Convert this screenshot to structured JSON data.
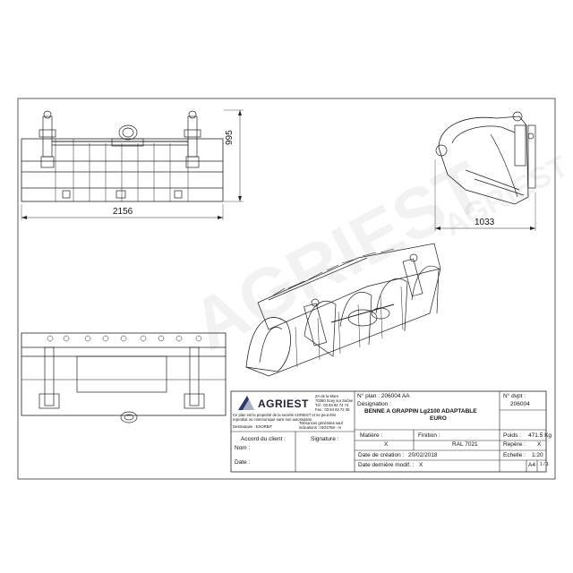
{
  "dimensions": {
    "front_width": "2156",
    "side_height": "995",
    "side_depth": "1033"
  },
  "watermark": "AGRIEST",
  "company": {
    "name": "AGRIEST",
    "address_lines": [
      "ZA de la Mare",
      "70360 Scey sur Saône",
      "Tél : 03 84 92 74 74",
      "Fax : 03 84 92 72 38"
    ],
    "property_notice": [
      "Ce plan est la propriété de la société AGRIEST et ne peut être",
      "reproduit ou communiqué sans son autorisation."
    ],
    "recipient_label": "Destinataire : ",
    "recipient_value": "EXORBIT",
    "tolerances": [
      "Tolérances générales sauf",
      "indications : ISO2768 - m"
    ]
  },
  "client": {
    "agreement_label": "Accord du client :",
    "signature_label": "Signature :",
    "name_label": "Nom :",
    "date_label": "Date :"
  },
  "drawing": {
    "plan_no_label": "N° plan :",
    "plan_no": "206004 AA",
    "designation_label": "Désignation :",
    "designation_line1": "BENNE A GRAPPIN Lg2100 ADAPTABLE",
    "designation_line2": "EURO",
    "dvpt_label": "N° dvpt :",
    "dvpt_value": "206004",
    "material_label": "Matière :",
    "material_value": "X",
    "finish_label": "Finition :",
    "finish_value": "RAL 7021",
    "weight_label": "Poids :",
    "weight_value": "471.5",
    "weight_unit": "Kg",
    "mark_label": "Repère :",
    "mark_value": "X",
    "scale_label": "Echelle :",
    "scale_value": "1:20",
    "created_label": "Date de création :",
    "created_value": "20/02/2018",
    "modified_label": "Date dernière modif. :",
    "modified_value": "X",
    "format": "A4",
    "page": "1 / 1"
  }
}
